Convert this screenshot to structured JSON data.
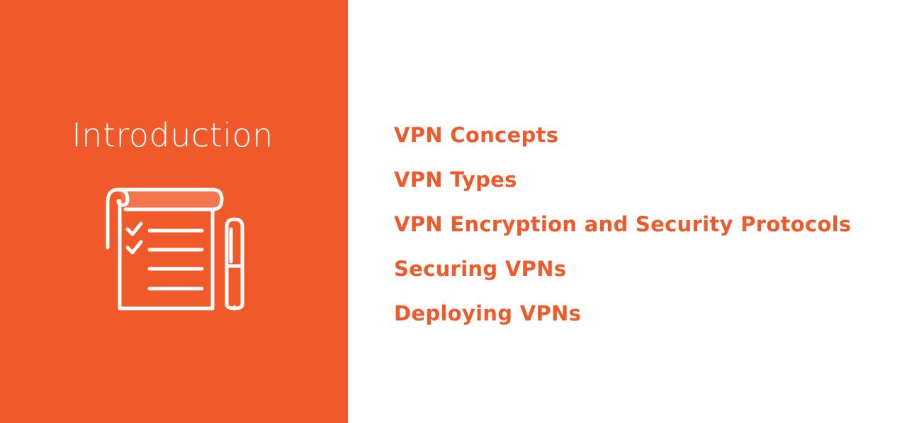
{
  "left_panel": {
    "title": "Introduction",
    "icon": "checklist-with-pen-icon",
    "background_color": "#f05a2a"
  },
  "topics": [
    {
      "label": "VPN Concepts"
    },
    {
      "label": "VPN Types"
    },
    {
      "label": "VPN Encryption and Security Protocols"
    },
    {
      "label": "Securing VPNs"
    },
    {
      "label": "Deploying VPNs"
    }
  ],
  "colors": {
    "accent": "#f05a2a",
    "icon_stroke": "#ffffff",
    "background": "#ffffff"
  }
}
